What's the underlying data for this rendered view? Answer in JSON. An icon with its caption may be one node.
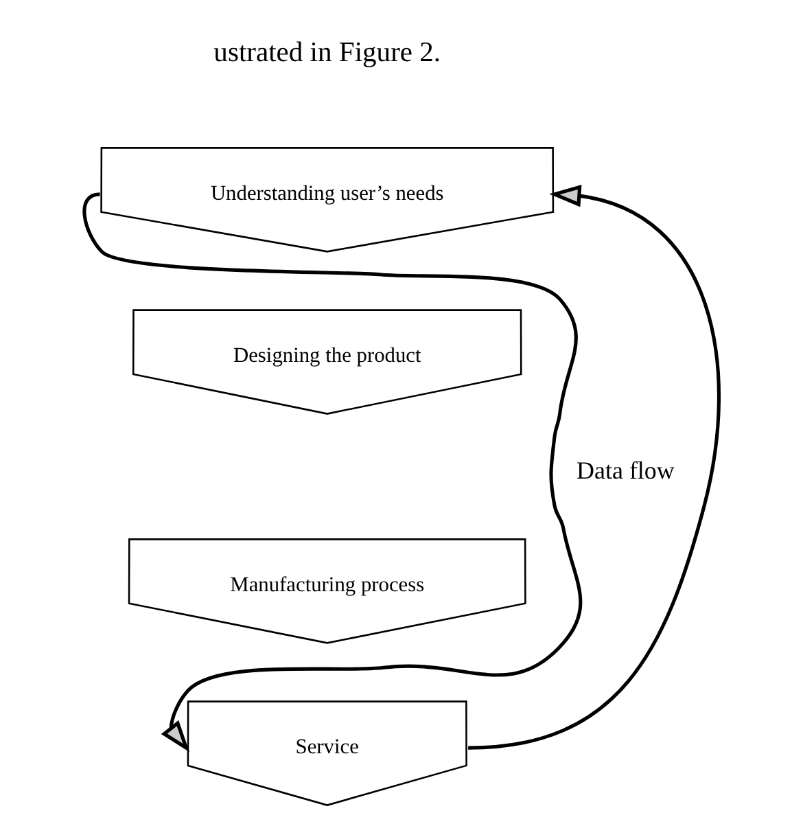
{
  "diagram": {
    "nodes": [
      {
        "text": [
          "Understanding user’s needs"
        ]
      },
      {
        "text": [
          "Designing the product"
        ]
      },
      {
        "text": [
          "Manufacturing process"
        ]
      },
      {
        "text": [
          "Service"
        ]
      }
    ],
    "edges": [
      {
        "from": 0,
        "to": 3,
        "arrow": "to",
        "label": "Data flow"
      },
      {
        "from": 3,
        "to": 0,
        "arrow": "to"
      }
    ],
    "labels": [
      "ustrated in Figure 2."
    ]
  }
}
